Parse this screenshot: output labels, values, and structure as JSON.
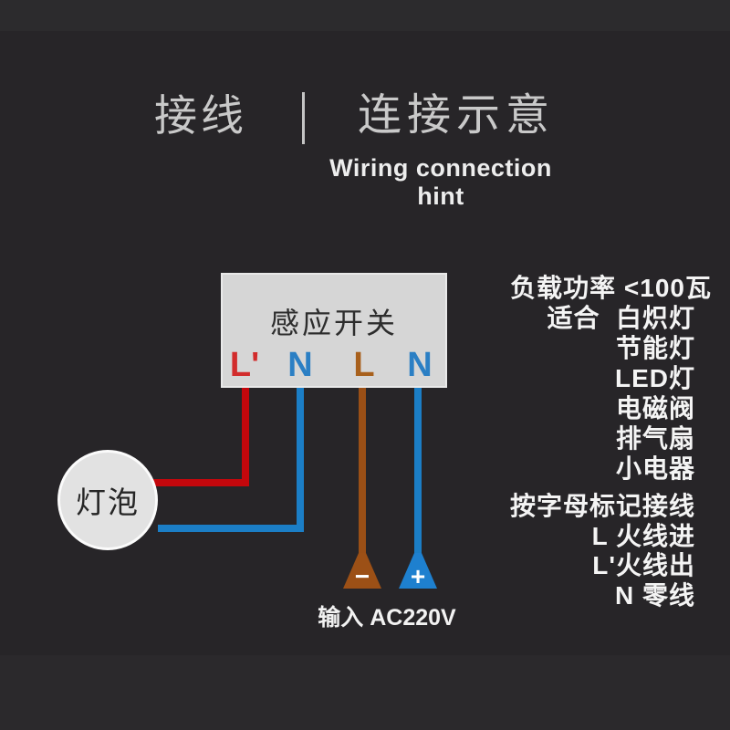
{
  "background": {
    "main": "#272528",
    "band_top": "#2c2b2d",
    "band_bottom": "#2b292c"
  },
  "header": {
    "title_cn_left": "接线",
    "title_cn_right": "连接示意",
    "subtitle_en": "Wiring connection hint"
  },
  "diagram": {
    "switch_label": "感应开关",
    "terminals": [
      {
        "label": "L'",
        "color": "#d22c2c"
      },
      {
        "label": "N",
        "color": "#2b7fc4"
      },
      {
        "label": "L",
        "color": "#a8601c"
      },
      {
        "label": "N",
        "color": "#2b7fc4"
      }
    ],
    "bulb_label": "灯泡",
    "input_label": "输入 AC220V",
    "minus_symbol": "−",
    "plus_symbol": "+",
    "colors": {
      "wire_red": "#c3070c",
      "wire_blue": "#1b7ec6",
      "wire_brown": "#9a4f16",
      "funnel_brown": "#9c5016",
      "funnel_blue": "#1e80cf"
    }
  },
  "notes": {
    "load": [
      "负载功率 <100瓦",
      "适合  白炽灯",
      "节能灯",
      "LED灯",
      "电磁阀",
      "排气扇",
      "小电器"
    ],
    "wiring": [
      "按字母标记接线",
      "L 火线进",
      "L'火线出",
      "N 零线"
    ]
  }
}
